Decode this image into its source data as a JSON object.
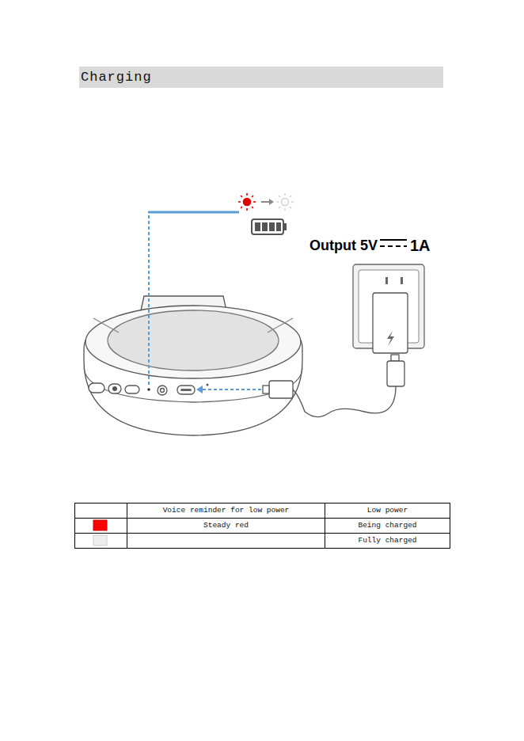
{
  "diagram": {
    "title": "Charging",
    "labels": [
      "Output 5V",
      "1A",
      "Voice reminder for low power",
      "Low power",
      "Steady red",
      "Being charged",
      "Fully charged"
    ]
  }
}
